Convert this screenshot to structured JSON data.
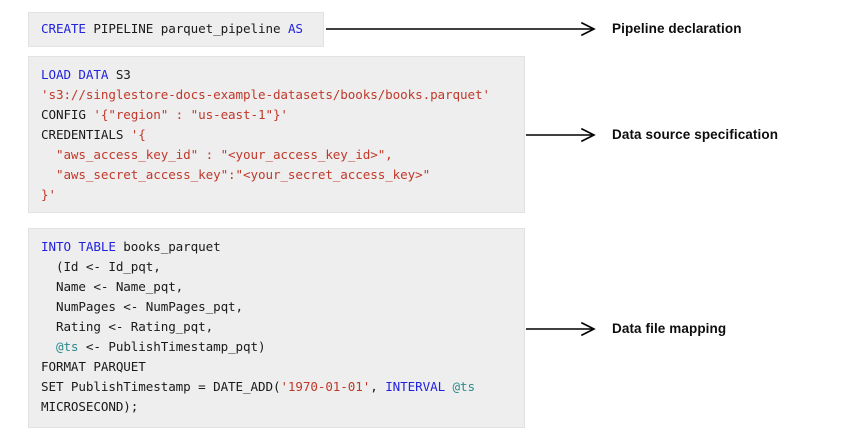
{
  "figure": {
    "title": "SingleStore CREATE PIPELINE parquet example breakdown",
    "background": "#ffffff",
    "code_block_bg": "#eeeeee",
    "keyword_color": "#2222dd",
    "string_color": "#c0392b",
    "variable_color": "#2e8b8b",
    "text_color": "#1a1a1a",
    "arrow_color": "#000000"
  },
  "blocks": [
    {
      "id": "pipeline-declaration",
      "lines": [
        [
          {
            "t": "CREATE",
            "c": "kw"
          },
          {
            "t": " PIPELINE parquet_pipeline ",
            "c": "pl"
          },
          {
            "t": "AS",
            "c": "kw"
          }
        ]
      ]
    },
    {
      "id": "data-source-specification",
      "lines": [
        [
          {
            "t": "LOAD DATA",
            "c": "kw"
          },
          {
            "t": " S3",
            "c": "pl"
          }
        ],
        [
          {
            "t": "'s3://singlestore-docs-example-datasets/books/books.parquet'",
            "c": "str"
          }
        ],
        [
          {
            "t": "CONFIG ",
            "c": "pl"
          },
          {
            "t": "'{\"region\" : \"us-east-1\"}'",
            "c": "str"
          }
        ],
        [
          {
            "t": "CREDENTIALS ",
            "c": "pl"
          },
          {
            "t": "'{",
            "c": "str"
          }
        ],
        [
          {
            "t": "  \"aws_access_key_id\" : \"<your_access_key_id>\",",
            "c": "str"
          }
        ],
        [
          {
            "t": "  \"aws_secret_access_key\":\"<your_secret_access_key>\"",
            "c": "str"
          }
        ],
        [
          {
            "t": "}'",
            "c": "str"
          }
        ]
      ]
    },
    {
      "id": "data-file-mapping",
      "lines": [
        [
          {
            "t": "INTO TABLE",
            "c": "kw"
          },
          {
            "t": " books_parquet",
            "c": "pl"
          }
        ],
        [
          {
            "t": "  (Id <- Id_pqt,",
            "c": "pl"
          }
        ],
        [
          {
            "t": "  Name <- Name_pqt,",
            "c": "pl"
          }
        ],
        [
          {
            "t": "  NumPages <- NumPages_pqt,",
            "c": "pl"
          }
        ],
        [
          {
            "t": "  Rating <- Rating_pqt,",
            "c": "pl"
          }
        ],
        [
          {
            "t": "  ",
            "c": "pl"
          },
          {
            "t": "@ts",
            "c": "var"
          },
          {
            "t": " <- PublishTimestamp_pqt)",
            "c": "pl"
          }
        ],
        [
          {
            "t": "FORMAT PARQUET",
            "c": "pl"
          }
        ],
        [
          {
            "t": "SET PublishTimestamp = DATE_ADD(",
            "c": "pl"
          },
          {
            "t": "'1970-01-01'",
            "c": "str"
          },
          {
            "t": ", ",
            "c": "pl"
          },
          {
            "t": "INTERVAL",
            "c": "kw"
          },
          {
            "t": " ",
            "c": "pl"
          },
          {
            "t": "@ts",
            "c": "var"
          }
        ],
        [
          {
            "t": "MICROSECOND);",
            "c": "pl"
          }
        ]
      ]
    }
  ],
  "annotations": [
    {
      "id": "pipeline-declaration-label",
      "label": "Pipeline declaration"
    },
    {
      "id": "data-source-specification-label",
      "label": "Data source specification"
    },
    {
      "id": "data-file-mapping-label",
      "label": "Data file mapping"
    }
  ]
}
